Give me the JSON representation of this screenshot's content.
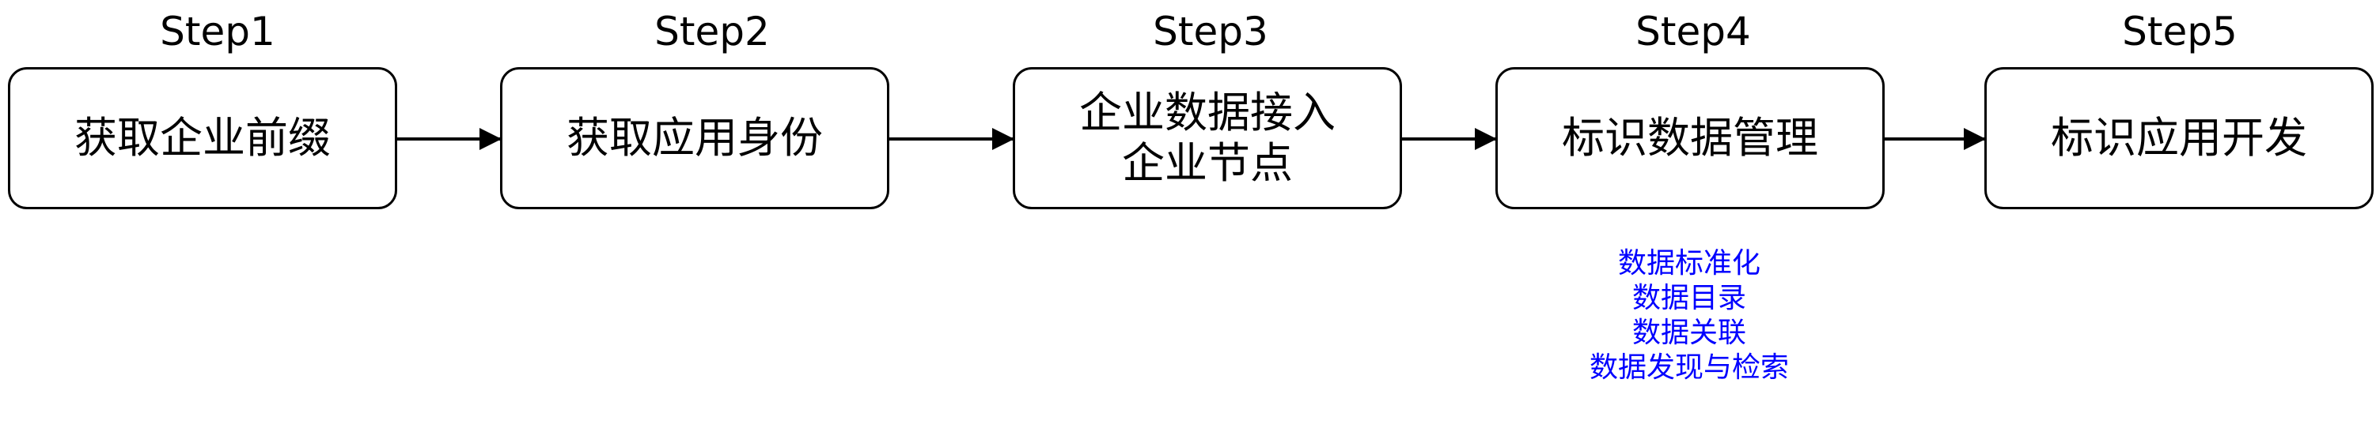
{
  "diagram": {
    "steps": [
      {
        "step": "Step1",
        "label": "获取企业前缀"
      },
      {
        "step": "Step2",
        "label": "获取应用身份"
      },
      {
        "step": "Step3",
        "label_lines": [
          "企业数据接入",
          "企业节点"
        ]
      },
      {
        "step": "Step4",
        "label": "标识数据管理"
      },
      {
        "step": "Step5",
        "label": "标识应用开发"
      }
    ],
    "annotation": {
      "color": "#0000ff",
      "lines": [
        "数据标准化",
        "数据目录",
        "数据关联",
        "数据发现与检索"
      ]
    },
    "connector_color": "#000000"
  }
}
